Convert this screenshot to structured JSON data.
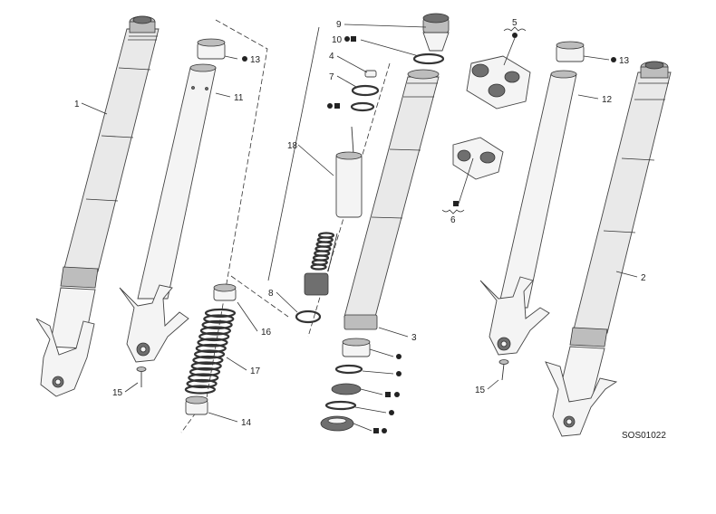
{
  "diagram": {
    "code": "SOS01022",
    "callouts": [
      {
        "id": "c1",
        "text": "1"
      },
      {
        "id": "c2",
        "text": "2"
      },
      {
        "id": "c3",
        "text": "3"
      },
      {
        "id": "c4",
        "text": "4"
      },
      {
        "id": "c5",
        "text": "5"
      },
      {
        "id": "c6",
        "text": "6"
      },
      {
        "id": "c7",
        "text": "7"
      },
      {
        "id": "c8",
        "text": "8"
      },
      {
        "id": "c9",
        "text": "9"
      },
      {
        "id": "c10",
        "text": "10"
      },
      {
        "id": "c11",
        "text": "11"
      },
      {
        "id": "c12",
        "text": "12"
      },
      {
        "id": "c13a",
        "text": "13"
      },
      {
        "id": "c13b",
        "text": "13"
      },
      {
        "id": "c14",
        "text": "14"
      },
      {
        "id": "c15a",
        "text": "15"
      },
      {
        "id": "c15b",
        "text": "15"
      },
      {
        "id": "c16",
        "text": "16"
      },
      {
        "id": "c17",
        "text": "17"
      },
      {
        "id": "c18",
        "text": "18"
      }
    ],
    "symbol_colors": {
      "ink": "#222222",
      "tube": "#e9e9e9",
      "dark": "#6f6f6f"
    }
  }
}
